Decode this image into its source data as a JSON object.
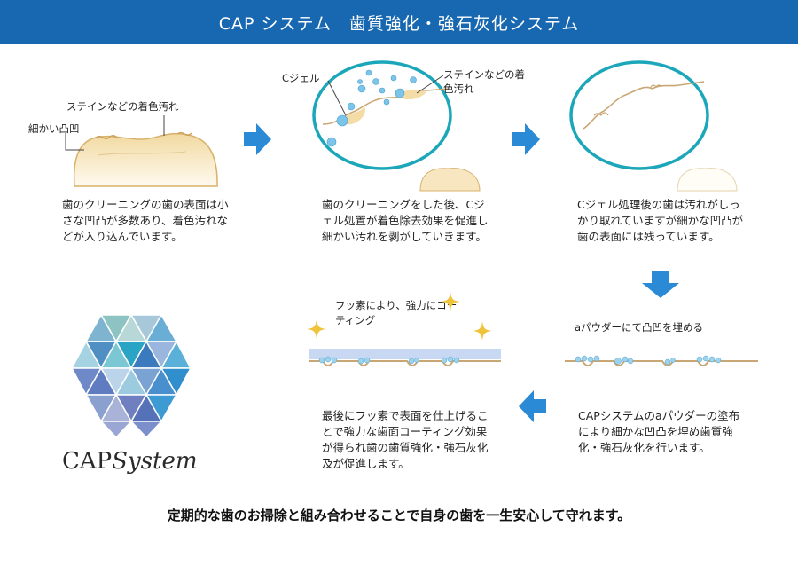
{
  "header": {
    "title": "CAP システム　歯質強化・強石灰化システム"
  },
  "step1": {
    "label_stain": "ステインなどの着色汚れ",
    "label_bumps": "細かい凸凹",
    "description": "歯のクリーニングの歯の表面は小さな凹凸が多数あり、着色汚れなどが入り込んでいます。"
  },
  "step2": {
    "label_gel": "Cジェル",
    "label_stain": "ステインなどの着色汚れ",
    "description": "歯のクリーニングをした後、Cジェル処置が着色除去効果を促進し細かい汚れを剥がしていきます。"
  },
  "step3": {
    "description": "Cジェル処理後の歯は汚れがしっかり取れていますが細かな凹凸が歯の表面には残っています。"
  },
  "step4": {
    "label": "aパウダーにて凸凹を埋める",
    "description": "CAPシステムのaパウダーの塗布により細かな凹凸を埋め歯質強化・強石灰化を行います。"
  },
  "step5": {
    "label": "フッ素により、強力にコーティング",
    "description": "最後にフッ素で表面を仕上げることで強力な歯面コーティング効果が得られ歯の歯質強化・強石灰化及が促進します。"
  },
  "logo": {
    "text_cap": "CAP",
    "text_system": "System"
  },
  "footer": {
    "text": "定期的な歯のお掃除と組み合わせることで自身の歯を一生安心して守れます。"
  },
  "colors": {
    "header_bg": "#1767b1",
    "arrow": "#2a8ad6",
    "circle": "#1ba7b9",
    "tooth": "#f3dca6"
  },
  "icons": [
    "arrow-right-icon",
    "arrow-down-icon",
    "arrow-left-icon",
    "sparkle-icon"
  ]
}
